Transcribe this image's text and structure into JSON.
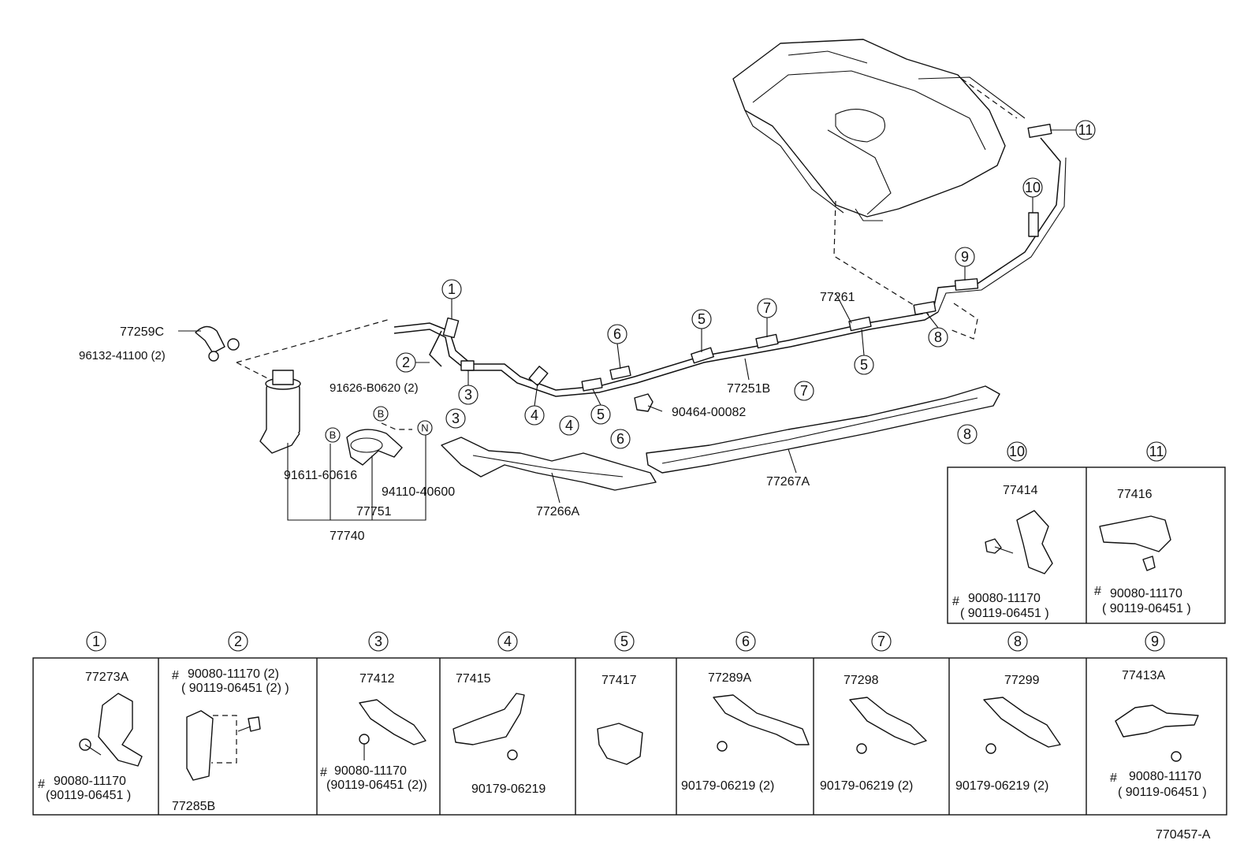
{
  "diagram_id": "770457-A",
  "main": {
    "tank_hose": "77259C",
    "clamp": "96132-41100 (2)",
    "canister_assy": "77740",
    "canister_bracket": "77751",
    "bolt_b_upper": "91626-B0620 (2)",
    "bolt_b_lower": "91611-60616",
    "nut_n": "94110-40600",
    "letter_b": "B",
    "letter_n": "N",
    "tube_main": "77261",
    "tube_sub": "77251B",
    "clip": "90464-00082",
    "protector_front": "77266A",
    "protector_rear": "77267A"
  },
  "callouts": [
    "1",
    "2",
    "3",
    "4",
    "5",
    "6",
    "7",
    "8",
    "9",
    "10",
    "11"
  ],
  "side_panels": [
    {
      "num": "10",
      "part": "77414",
      "hash": "#",
      "bolt": "90080-11170",
      "alt": "( 90119-06451 )"
    },
    {
      "num": "11",
      "part": "77416",
      "hash": "#",
      "bolt": "90080-11170",
      "alt": "( 90119-06451 )"
    }
  ],
  "bottom_panels": [
    {
      "num": "1",
      "part": "77273A",
      "hash": "#",
      "bolt": "90080-11170",
      "alt": "(90119-06451 )"
    },
    {
      "num": "2",
      "part": "77285B",
      "hash": "#",
      "bolt": "90080-11170 (2)",
      "alt": "( 90119-06451 (2) )"
    },
    {
      "num": "3",
      "part": "77412",
      "hash": "#",
      "bolt": "90080-11170",
      "alt": "(90119-06451 (2))"
    },
    {
      "num": "4",
      "part": "77415",
      "bolt": "90179-06219"
    },
    {
      "num": "5",
      "part": "77417"
    },
    {
      "num": "6",
      "part": "77289A",
      "bolt": "90179-06219 (2)"
    },
    {
      "num": "7",
      "part": "77298",
      "bolt": "90179-06219 (2)"
    },
    {
      "num": "8",
      "part": "77299",
      "bolt": "90179-06219 (2)"
    },
    {
      "num": "9",
      "part": "77413A",
      "hash": "#",
      "bolt": "90080-11170",
      "alt": "( 90119-06451 )"
    }
  ]
}
